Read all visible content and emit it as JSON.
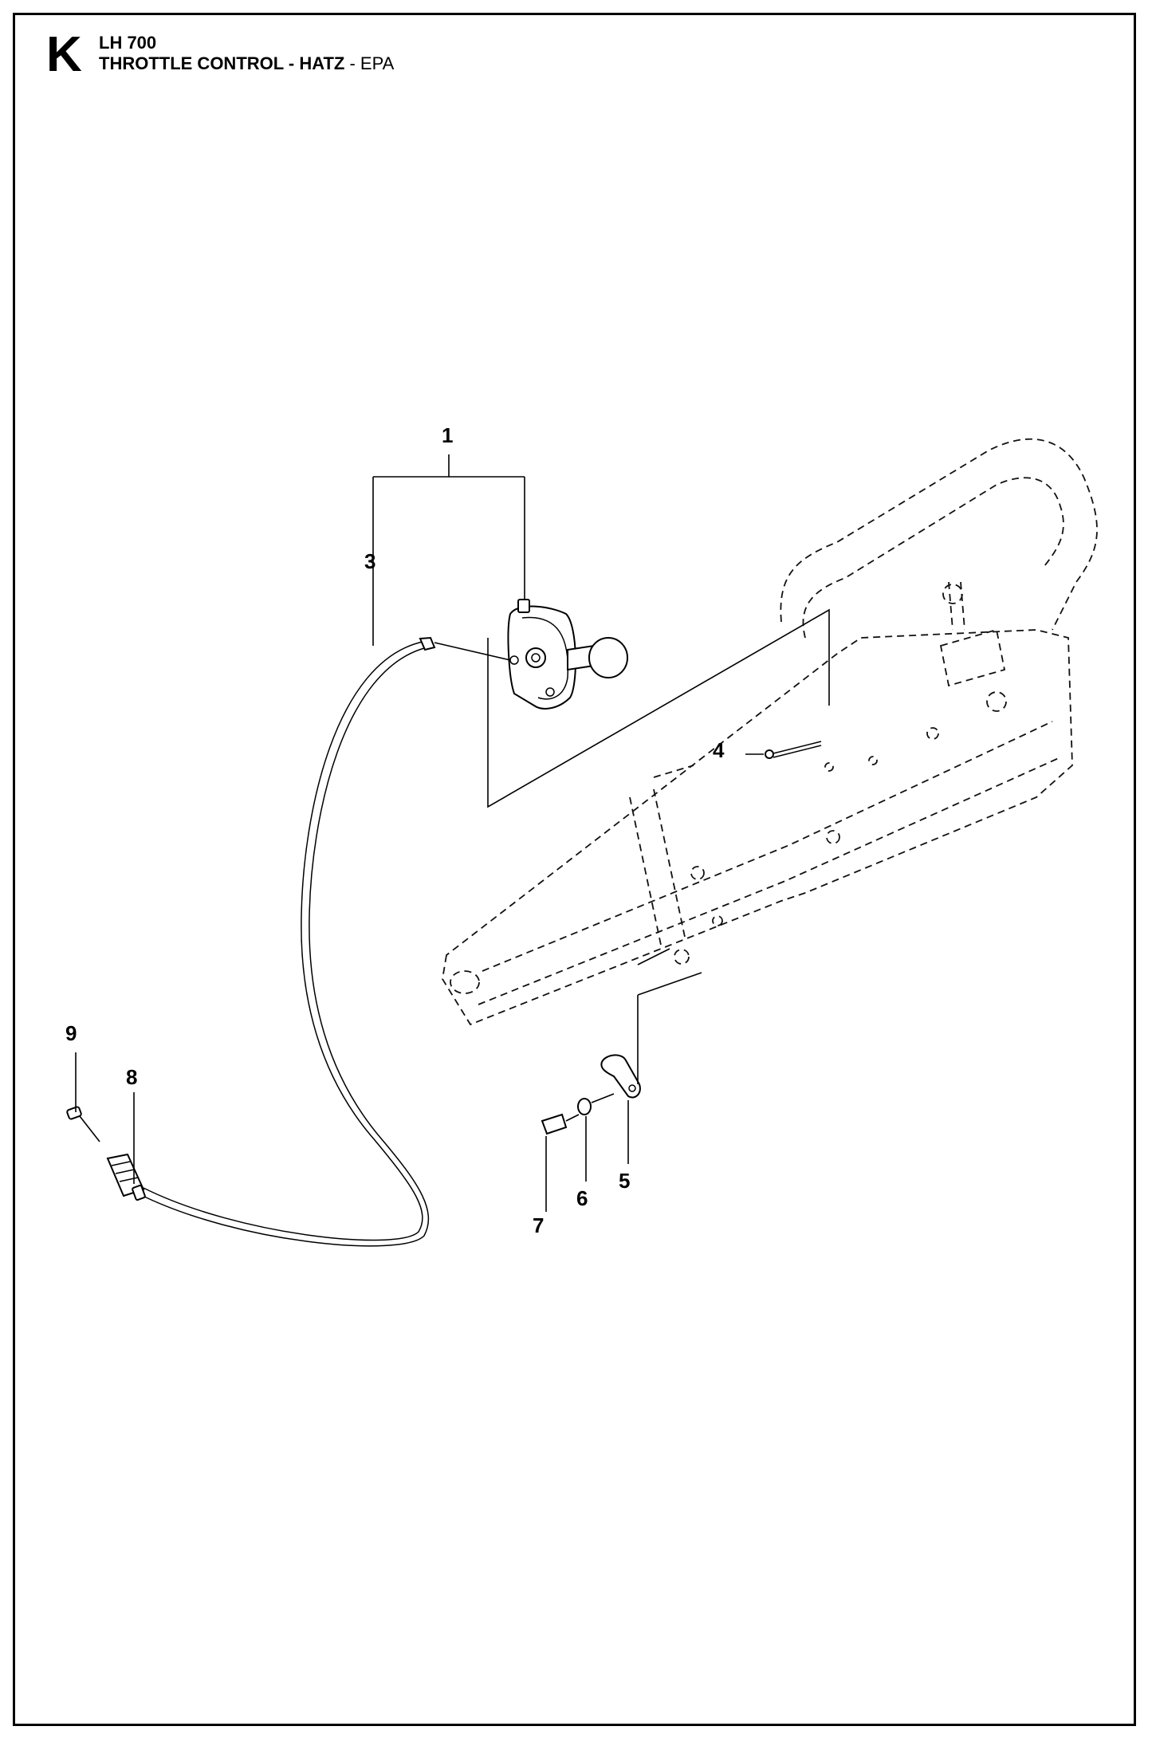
{
  "header": {
    "section_letter": "K",
    "model": "LH 700",
    "title_bold": "THROTTLE CONTROL - HATZ",
    "title_suffix": " - EPA"
  },
  "callouts": [
    "1",
    "3",
    "4",
    "5",
    "6",
    "7",
    "8",
    "9"
  ]
}
